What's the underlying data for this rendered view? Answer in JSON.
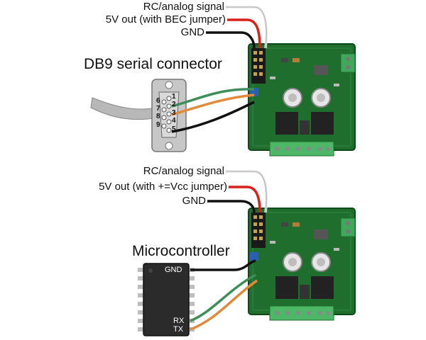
{
  "top": {
    "labels": {
      "signal": "RC/analog signal",
      "power": "5V out (with BEC jumper)",
      "ground": "GND"
    },
    "connector_title": "DB9 serial connector",
    "db9_pins": [
      "1",
      "2",
      "3",
      "4",
      "5",
      "6",
      "7",
      "8",
      "9"
    ]
  },
  "bottom": {
    "labels": {
      "signal": "RC/analog signal",
      "power": "5V out (with +=Vcc jumper)",
      "ground": "GND"
    },
    "mcu_title": "Microcontroller",
    "mcu_pins": {
      "gnd": "GND",
      "rx": "RX",
      "tx": "TX"
    }
  },
  "colors": {
    "board": "#1f6e2e",
    "wire_white": "#e8e8e8",
    "wire_red": "#d8201b",
    "wire_black": "#111111",
    "wire_green": "#3c8f5a",
    "wire_orange": "#e08a3a",
    "chip": "#2b2b2b"
  }
}
